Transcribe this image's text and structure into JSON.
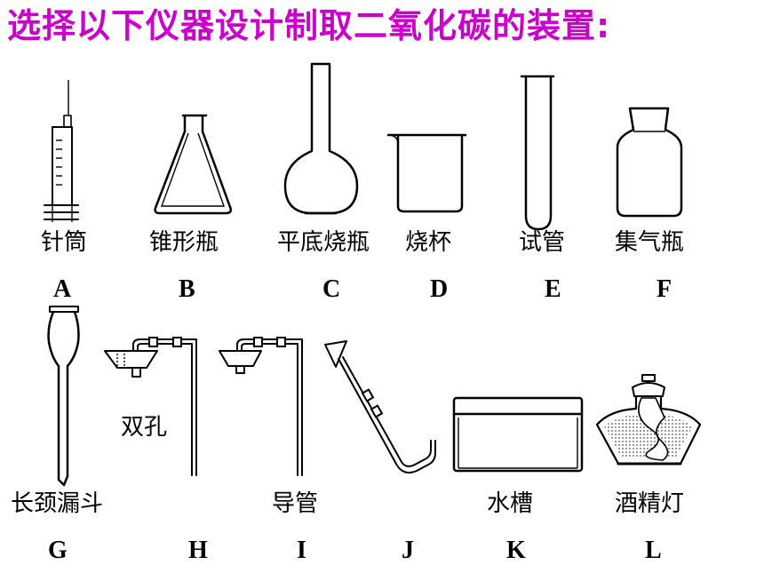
{
  "title": "选择以下仪器设计制取二氧化碳的装置:",
  "row1": {
    "labels": [
      "针筒",
      "锥形瓶",
      "平底烧瓶",
      "烧杯",
      "试管",
      "集气瓶"
    ],
    "letters": [
      "A",
      "B",
      "C",
      "D",
      "E",
      "F"
    ]
  },
  "row2": {
    "labels": [
      "长颈漏斗",
      "双孔",
      "导管",
      "水槽",
      "酒精灯"
    ],
    "letters": [
      "G",
      "H",
      "I",
      "J",
      "K",
      "L"
    ]
  },
  "colors": {
    "title": "#cc00cc",
    "lines": "#000000"
  },
  "icons": [
    "syringe-icon",
    "conical-flask-icon",
    "flat-bottom-flask-icon",
    "beaker-icon",
    "test-tube-icon",
    "gas-jar-icon",
    "long-neck-funnel-icon",
    "stopper-with-tube-icon",
    "bent-tube-icon",
    "water-trough-icon",
    "alcohol-lamp-icon"
  ]
}
